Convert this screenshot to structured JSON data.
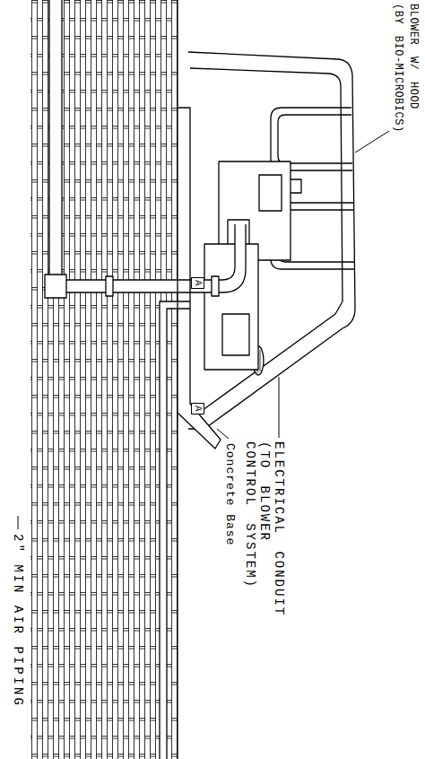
{
  "diagram": {
    "labels": [
      "BLOWER W/ HOOD (BY BIO-MICROBICS)",
      "A",
      "A",
      "ELECTRICAL CONDUIT (TO BLOWER CONTROL SYSTEM)",
      "Concrete Base",
      "2\" MIN AIR PIPING"
    ]
  }
}
